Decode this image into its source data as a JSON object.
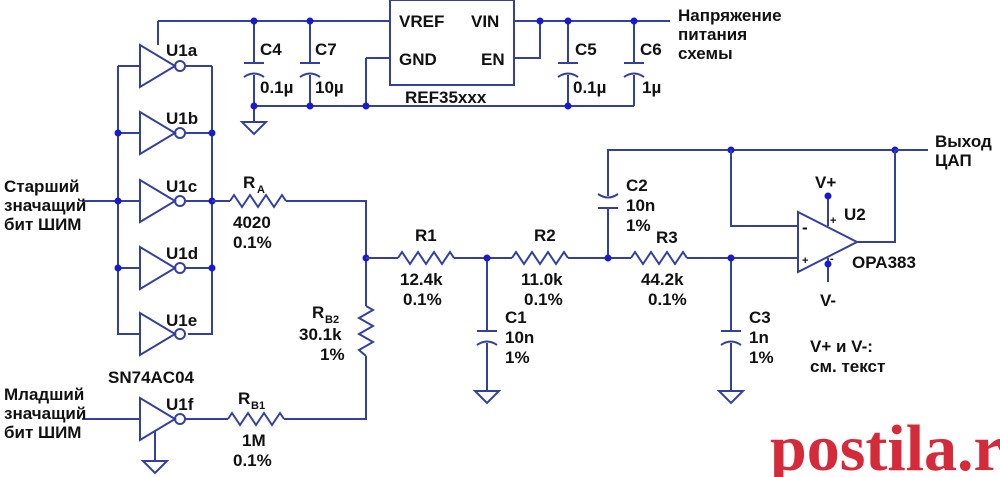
{
  "chip_ref": {
    "name": "REF35xxx",
    "pins": {
      "vref": "VREF",
      "gnd": "GND",
      "vin": "VIN",
      "en": "EN"
    }
  },
  "supply_label": [
    "Напряжение",
    "питания",
    "схемы"
  ],
  "caps": {
    "c4": {
      "name": "C4",
      "value": "0.1µ"
    },
    "c7": {
      "name": "C7",
      "value": "10µ"
    },
    "c5": {
      "name": "C5",
      "value": "0.1µ"
    },
    "c6": {
      "name": "C6",
      "value": "1µ"
    },
    "c1": {
      "name": "C1",
      "value": "10n",
      "tol": "1%"
    },
    "c2": {
      "name": "C2",
      "value": "10n",
      "tol": "1%"
    },
    "c3": {
      "name": "C3",
      "value": "1n",
      "tol": "1%"
    }
  },
  "gates": {
    "u1a": "U1a",
    "u1b": "U1b",
    "u1c": "U1c",
    "u1d": "U1d",
    "u1e": "U1e",
    "u1f": "U1f",
    "part": "SN74AC04"
  },
  "msb_label": [
    "Старший",
    "значащий",
    "бит ШИМ"
  ],
  "lsb_label": [
    "Младший",
    "значащий",
    "бит ШИМ"
  ],
  "res": {
    "ra": {
      "name": "R",
      "sub": "A",
      "value": "4020",
      "tol": "0.1%"
    },
    "rb2": {
      "name": "R",
      "sub": "B2",
      "value": "30.1k",
      "tol": "1%"
    },
    "rb1": {
      "name": "R",
      "sub": "B1",
      "value": "1M",
      "tol": "0.1%"
    },
    "r1": {
      "name": "R1",
      "value": "12.4k",
      "tol": "0.1%"
    },
    "r2": {
      "name": "R2",
      "value": "11.0k",
      "tol": "0.1%"
    },
    "r3": {
      "name": "R3",
      "value": "44.2k",
      "tol": "0.1%"
    }
  },
  "opamp": {
    "ref": "U2",
    "part": "OPA383",
    "vplus": "V+",
    "vminus": "V-",
    "minus": "-",
    "plus": "+",
    "note": [
      "V+ и V-:",
      "см. текст"
    ]
  },
  "output_label": [
    "Выход",
    "ЦАП"
  ],
  "watermark": "postila.ru"
}
